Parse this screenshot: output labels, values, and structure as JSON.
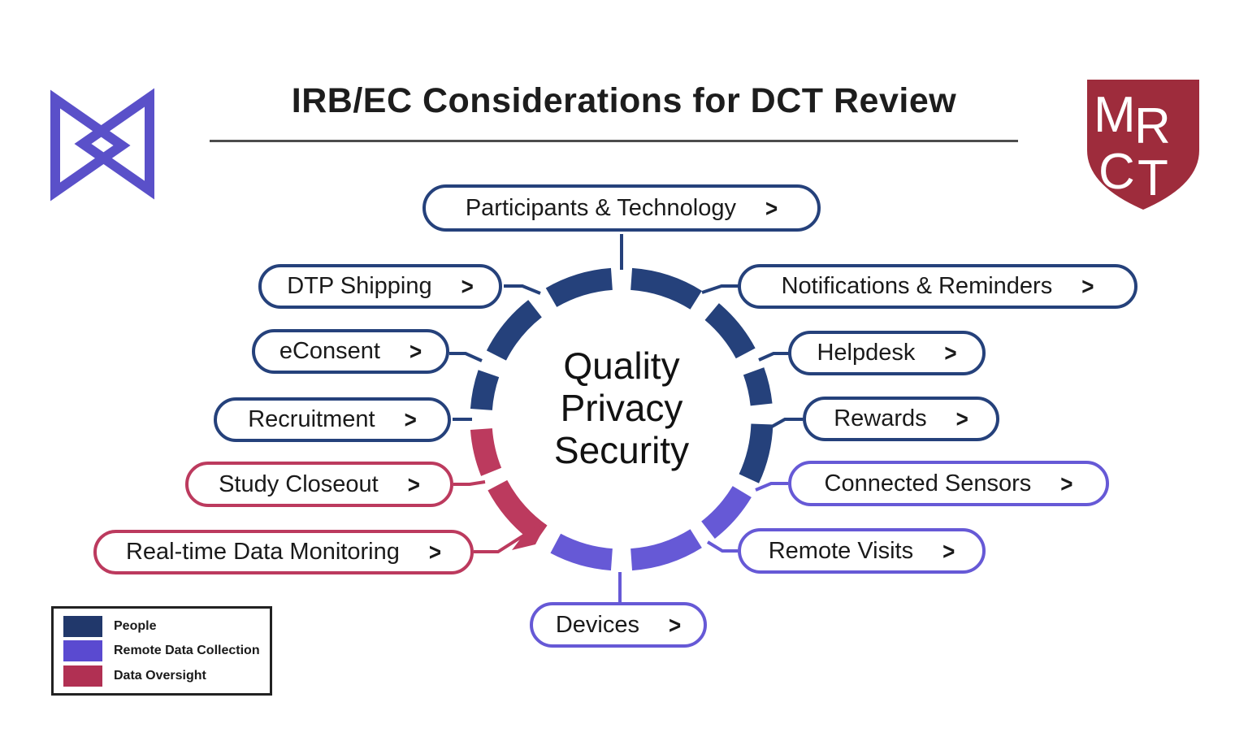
{
  "title": {
    "text": "IRB/EC Considerations for DCT Review"
  },
  "center": {
    "lines": [
      "Quality",
      "Privacy",
      "Security"
    ]
  },
  "groups": {
    "people": {
      "label": "People",
      "color": "#25417b"
    },
    "remote_data_collection": {
      "label": "Remote Data Collection",
      "color": "#6659d6"
    },
    "data_oversight": {
      "label": "Data Oversight",
      "color": "#bc3a5e"
    }
  },
  "nodes": [
    {
      "id": "participants-technology",
      "label": "Participants & Technology",
      "arrow": ">",
      "group": "people"
    },
    {
      "id": "dtp-shipping",
      "label": "DTP Shipping",
      "arrow": ">",
      "group": "people"
    },
    {
      "id": "econsent",
      "label": "eConsent",
      "arrow": ">",
      "group": "people"
    },
    {
      "id": "recruitment",
      "label": "Recruitment",
      "arrow": ">",
      "group": "people"
    },
    {
      "id": "study-closeout",
      "label": "Study Closeout",
      "arrow": ">",
      "group": "data_oversight"
    },
    {
      "id": "real-time-data-monitoring",
      "label": "Real-time Data Monitoring",
      "arrow": ">",
      "group": "data_oversight"
    },
    {
      "id": "notifications-reminders",
      "label": "Notifications & Reminders",
      "arrow": ">",
      "group": "people"
    },
    {
      "id": "helpdesk",
      "label": "Helpdesk",
      "arrow": ">",
      "group": "people"
    },
    {
      "id": "rewards",
      "label": "Rewards",
      "arrow": ">",
      "group": "people"
    },
    {
      "id": "connected-sensors",
      "label": "Connected Sensors",
      "arrow": ">",
      "group": "remote_data_collection"
    },
    {
      "id": "remote-visits",
      "label": "Remote Visits",
      "arrow": ">",
      "group": "remote_data_collection"
    },
    {
      "id": "devices",
      "label": "Devices",
      "arrow": ">",
      "group": "remote_data_collection"
    }
  ],
  "legend": {
    "items": [
      {
        "label": "People",
        "color": "#21386b"
      },
      {
        "label": "Remote Data Collection",
        "color": "#5a4ad0"
      },
      {
        "label": "Data Oversight",
        "color": "#b13053"
      }
    ]
  },
  "logos": {
    "left": {
      "name": "medable-n-logo",
      "color": "#5a50c9"
    },
    "mrct": {
      "name": "mrct-shield-logo",
      "color": "#9e2c3c",
      "letters": [
        "M",
        "R",
        "C",
        "T"
      ]
    }
  }
}
